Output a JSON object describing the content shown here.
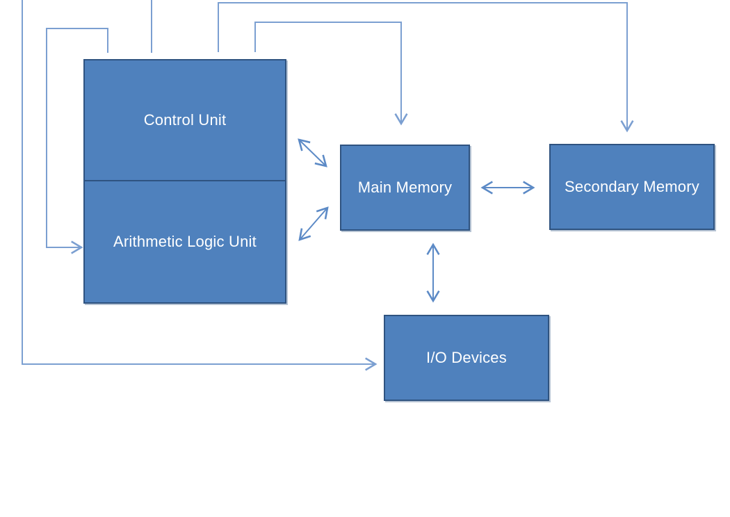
{
  "diagram": {
    "type": "block-diagram",
    "nodes": {
      "control_unit": {
        "label": "Control Unit"
      },
      "alu": {
        "label": "Arithmetic Logic Unit"
      },
      "main_memory": {
        "label": "Main Memory"
      },
      "secondary_memory": {
        "label": "Secondary Memory"
      },
      "io_devices": {
        "label": "I/O Devices"
      }
    },
    "edges": [
      {
        "from": "control_unit",
        "to": "alu",
        "style": "elbow-loop-left",
        "arrow": "single"
      },
      {
        "from": "control_unit",
        "to": "main_memory",
        "style": "elbow-over-top",
        "arrow": "single"
      },
      {
        "from": "control_unit",
        "to": "secondary_memory",
        "style": "elbow-over-top",
        "arrow": "single"
      },
      {
        "from": "clipped-top-edge",
        "to": "control_unit",
        "style": "straight-vertical",
        "arrow": "none"
      },
      {
        "from": "clipped-top-edge",
        "to": "io_devices",
        "style": "elbow-down-left",
        "arrow": "single"
      },
      {
        "from": "cpu",
        "to": "main_memory",
        "style": "diagonal-upper",
        "arrow": "double"
      },
      {
        "from": "cpu",
        "to": "main_memory",
        "style": "diagonal-lower",
        "arrow": "double"
      },
      {
        "from": "main_memory",
        "to": "secondary_memory",
        "style": "straight-horizontal",
        "arrow": "double"
      },
      {
        "from": "main_memory",
        "to": "io_devices",
        "style": "straight-vertical",
        "arrow": "double"
      }
    ],
    "colors": {
      "background": "#ffffff",
      "node_fill": "#4f81bd",
      "node_border": "#2f5380",
      "connector": "#7b9fd1",
      "connector_strong": "#5c8ac6",
      "label_text": "#ffffff"
    }
  }
}
